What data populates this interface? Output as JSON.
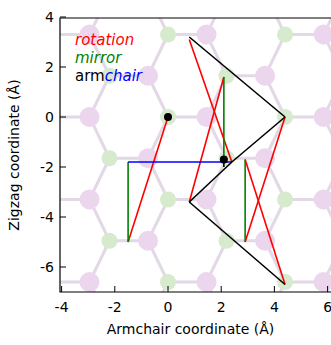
{
  "diagram": {
    "labels": [
      "4",
      "2",
      "0",
      "-2",
      "-4",
      "-6",
      "-4",
      "-2",
      "0",
      "2",
      "4",
      "6",
      "Armchair coordinate (Å)",
      "Zigzag coordinate (Å)"
    ],
    "legend": [
      {
        "text": "rotation",
        "color": "#ff0000"
      },
      {
        "text": "mirror",
        "color": "#008000"
      },
      {
        "text": "arm",
        "color": "#000000"
      },
      {
        "text": "chair",
        "color": "#0000ff"
      }
    ]
  }
}
